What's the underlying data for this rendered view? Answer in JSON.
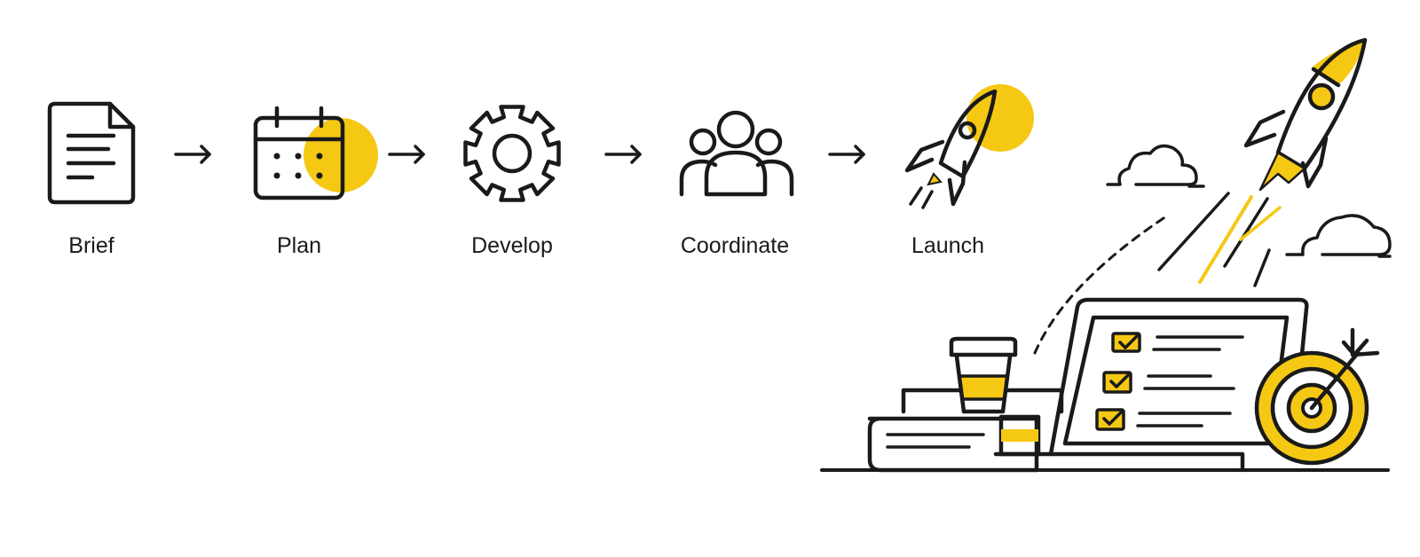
{
  "colors": {
    "ink": "#1a1a1a",
    "accent": "#f5c814",
    "background": "#ffffff"
  },
  "steps": [
    {
      "label": "Brief",
      "icon": "document-icon"
    },
    {
      "label": "Plan",
      "icon": "calendar-icon"
    },
    {
      "label": "Develop",
      "icon": "gear-icon"
    },
    {
      "label": "Coordinate",
      "icon": "team-icon"
    },
    {
      "label": "Launch",
      "icon": "rocket-icon"
    }
  ],
  "connectors": [
    "arrow-right-icon",
    "arrow-right-icon",
    "arrow-right-icon",
    "arrow-right-icon"
  ],
  "illustration": {
    "elements": [
      "rocket-icon",
      "cloud-icon",
      "cloud-icon",
      "laptop-icon",
      "checklist-icon",
      "coffee-cup-icon",
      "books-icon",
      "target-icon"
    ]
  }
}
